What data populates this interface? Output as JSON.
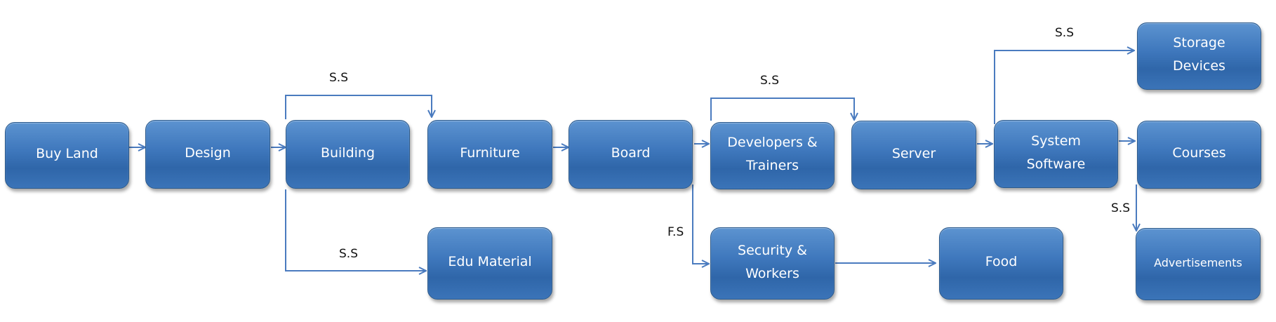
{
  "nodes": {
    "buy_land": "Buy Land",
    "design": "Design",
    "building": "Building",
    "furniture": "Furniture",
    "board": "Board",
    "developers_trainers": "Developers &\nTrainers",
    "server": "Server",
    "system_software": "System\nSoftware",
    "storage_devices": "Storage\nDevices",
    "courses": "Courses",
    "edu_material": "Edu Material",
    "security_workers": "Security &\nWorkers",
    "food": "Food",
    "advertisements": "Advertisements"
  },
  "relations": {
    "building_furniture": "S.S",
    "building_edu_material": "S.S",
    "board_security": "F.S",
    "developers_server": "S.S",
    "system_software_storage": "S.S",
    "courses_advertisements": "S.S"
  },
  "colors": {
    "box_fill": "#3f78bd",
    "box_border": "#2c5a8c",
    "connector": "#4a7bbf",
    "label_text": "#111111"
  }
}
